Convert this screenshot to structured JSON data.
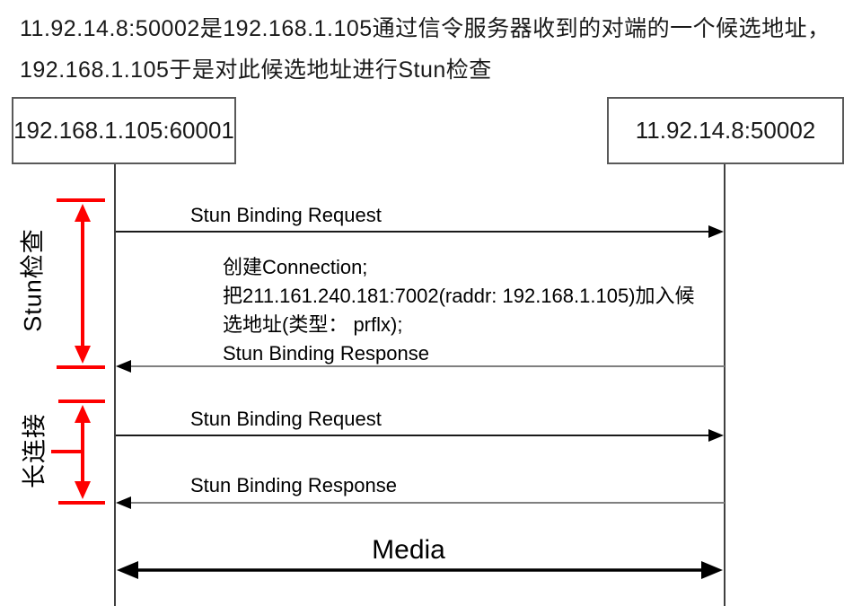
{
  "heading": {
    "line1": "11.92.14.8:50002是192.168.1.105通过信令服务器收到的对端的一个候选地址，",
    "line2": "192.168.1.105于是对此候选地址进行Stun检查"
  },
  "endpoints": {
    "left": "192.168.1.105:60001",
    "right": "11.92.14.8:50002"
  },
  "brackets": {
    "stun_check_label": "Stun检查",
    "long_connection_label": "长连接"
  },
  "messages": {
    "request1": "Stun Binding Request",
    "note_line1": "创建Connection;",
    "note_line2": "把211.161.240.181:7002(raddr: 192.168.1.105)加入候",
    "note_line3": "选地址(类型： prflx);",
    "response1": "Stun Binding Response",
    "request2": "Stun Binding Request",
    "response2": "Stun Binding Response",
    "media": "Media"
  },
  "colors": {
    "red": "#fe0000",
    "arrow_dark": "#1a1a1a",
    "arrow_gray": "#7f7f7f",
    "lifeline_gray": "#404040",
    "box_border": "#595959"
  }
}
